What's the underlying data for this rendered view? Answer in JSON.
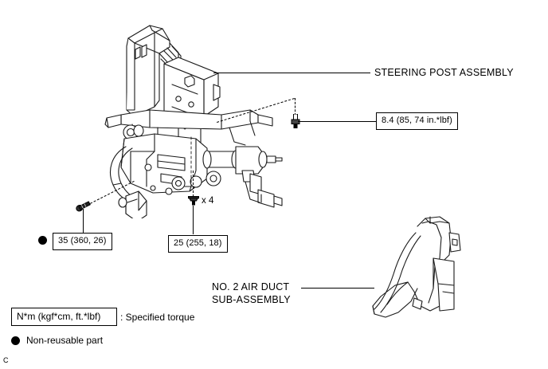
{
  "page": {
    "corner_letter": "C",
    "background_color": "#ffffff",
    "line_color": "#000000"
  },
  "callouts": [
    {
      "id": "steering-post-assembly",
      "label": "STEERING POST ASSEMBLY"
    },
    {
      "id": "no2-air-duct-sub-assembly",
      "line1": "NO. 2 AIR DUCT",
      "line2": "SUB-ASSEMBLY"
    }
  ],
  "torque_labels": [
    {
      "id": "torque-8-4",
      "text": "8.4 (85, 74 in.*lbf)",
      "non_reusable": false
    },
    {
      "id": "torque-35",
      "text": "35 (360, 26)",
      "non_reusable": true
    },
    {
      "id": "torque-25",
      "text": "25 (255, 18)",
      "non_reusable": false
    }
  ],
  "quantities": [
    {
      "id": "bolt-quantity-x4",
      "text": "x 4"
    }
  ],
  "legend": {
    "torque_unit_box": "N*m (kgf*cm, ft.*lbf)",
    "torque_unit_meaning": ": Specified torque",
    "non_reusable_label": "Non-reusable part"
  },
  "icons": {
    "bolt_vertical": "bolt-icon",
    "bolt_angled": "bolt-icon",
    "nut_small": "nut-icon",
    "non_reusable_dot": "filled-circle-icon"
  }
}
